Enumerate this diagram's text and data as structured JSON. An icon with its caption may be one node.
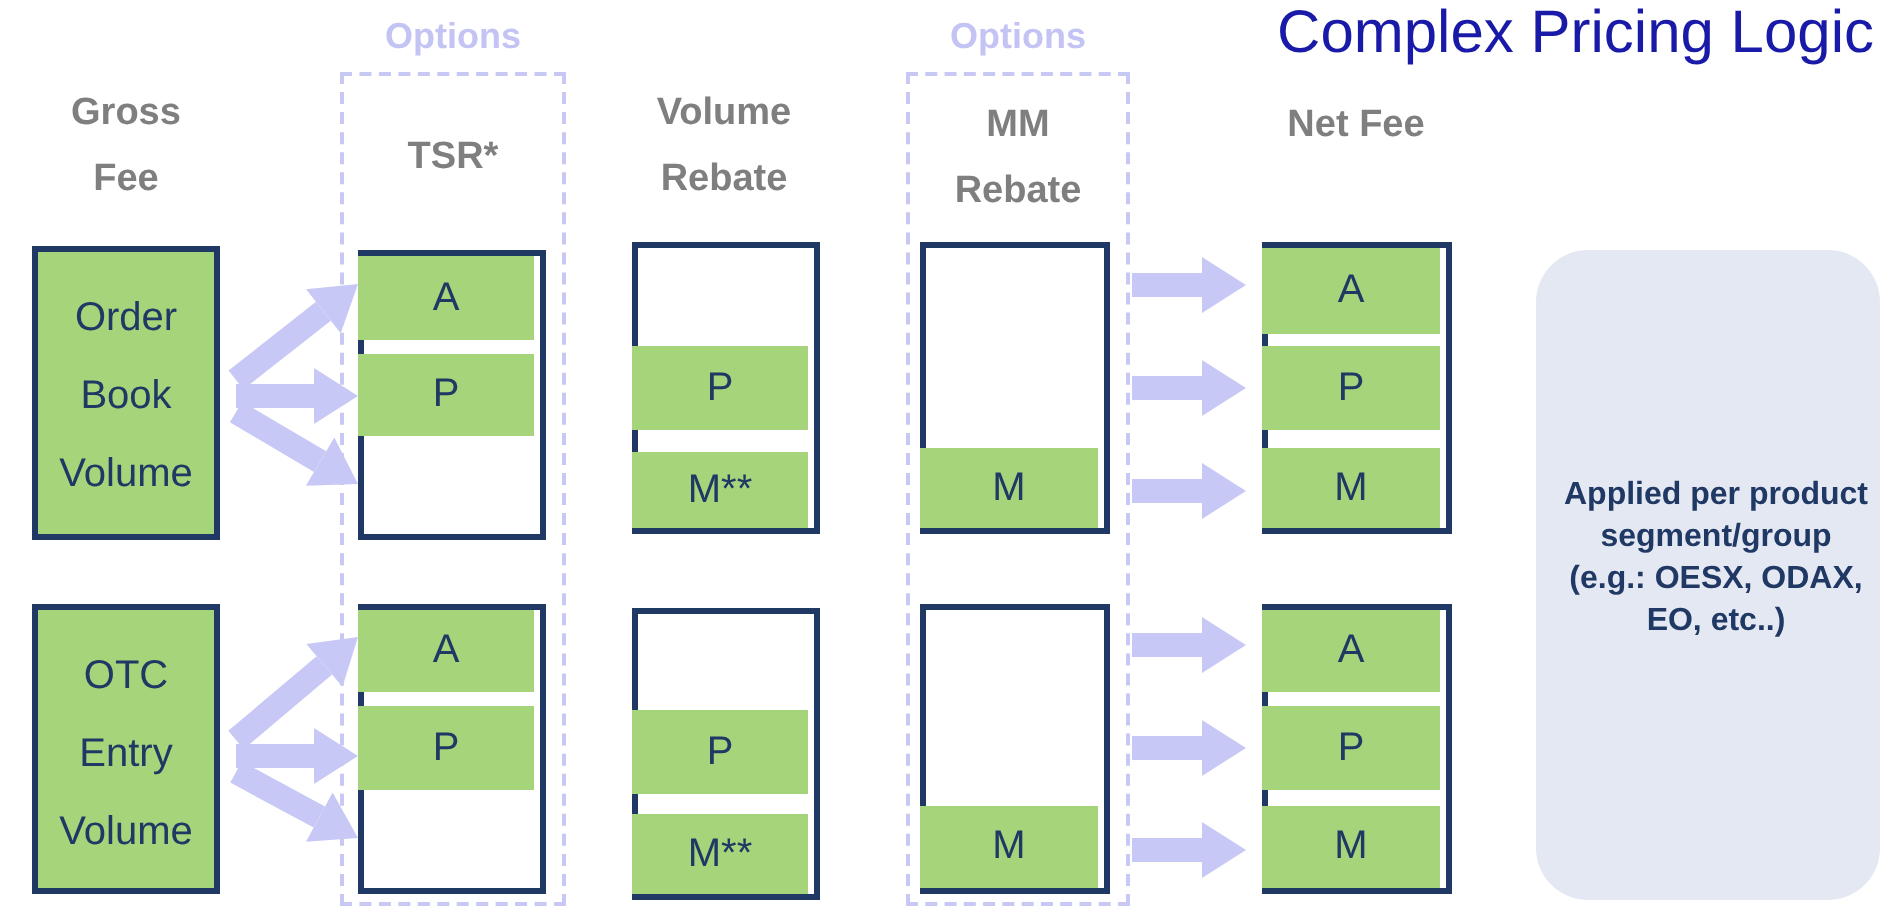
{
  "diagram": {
    "title": "Complex Pricing Logic",
    "nodes": [
      {
        "text": [
          "Options",
          "TSR*"
        ]
      },
      {
        "text": [
          "Options",
          "MM Rebate"
        ]
      },
      {
        "text": [
          "Order Book Volume"
        ]
      },
      {
        "text": [],
        "shape": "box",
        "in": 0
      },
      {
        "text": [
          "A"
        ],
        "in": 3
      },
      {
        "text": [
          "P"
        ],
        "in": 3
      },
      {
        "text": [],
        "shape": "box"
      },
      {
        "text": [
          "P"
        ],
        "in": 6
      },
      {
        "text": [
          "M**"
        ],
        "in": 6
      },
      {
        "text": [],
        "shape": "box",
        "in": 1
      },
      {
        "text": [
          "M"
        ],
        "in": 9
      },
      {
        "text": [],
        "shape": "box"
      },
      {
        "text": [
          "A"
        ],
        "in": 11
      },
      {
        "text": [
          "P"
        ],
        "in": 11
      },
      {
        "text": [
          "M"
        ],
        "in": 11
      },
      {
        "text": [
          "OTC Entry Volume"
        ]
      },
      {
        "text": [],
        "shape": "box",
        "in": 0
      },
      {
        "text": [
          "A"
        ],
        "in": 16
      },
      {
        "text": [
          "P"
        ],
        "in": 16
      },
      {
        "text": [],
        "shape": "box"
      },
      {
        "text": [
          "P"
        ],
        "in": 19
      },
      {
        "text": [
          "M**"
        ],
        "in": 19
      },
      {
        "text": [],
        "shape": "box",
        "in": 1
      },
      {
        "text": [
          "M"
        ],
        "in": 22
      },
      {
        "text": [],
        "shape": "box"
      },
      {
        "text": [
          "A"
        ],
        "in": 24
      },
      {
        "text": [
          "P"
        ],
        "in": 24
      },
      {
        "text": [
          "M"
        ],
        "in": 24
      },
      {
        "text": [
          "Applied per product segment/group (e.g.: OESX, ODAX, EO,  etc..)"
        ]
      }
    ],
    "edges": [
      {
        "from": 2,
        "to": 4,
        "arrow": "to"
      },
      {
        "from": 2,
        "to": 5,
        "arrow": "to"
      },
      {
        "from": 2,
        "to": 3,
        "arrow": "to"
      },
      {
        "from": 1,
        "to": 12,
        "arrow": "to"
      },
      {
        "from": 1,
        "to": 13,
        "arrow": "to"
      },
      {
        "from": 1,
        "to": 14,
        "arrow": "to"
      },
      {
        "from": 15,
        "to": 17,
        "arrow": "to"
      },
      {
        "from": 15,
        "to": 18,
        "arrow": "to"
      },
      {
        "from": 15,
        "to": 16,
        "arrow": "to"
      },
      {
        "from": 1,
        "to": 25,
        "arrow": "to"
      },
      {
        "from": 1,
        "to": 26,
        "arrow": "to"
      },
      {
        "from": 1,
        "to": 27,
        "arrow": "to"
      }
    ],
    "labels": [
      "Gross Fee",
      "Volume Rebate",
      "Net Fee"
    ]
  }
}
